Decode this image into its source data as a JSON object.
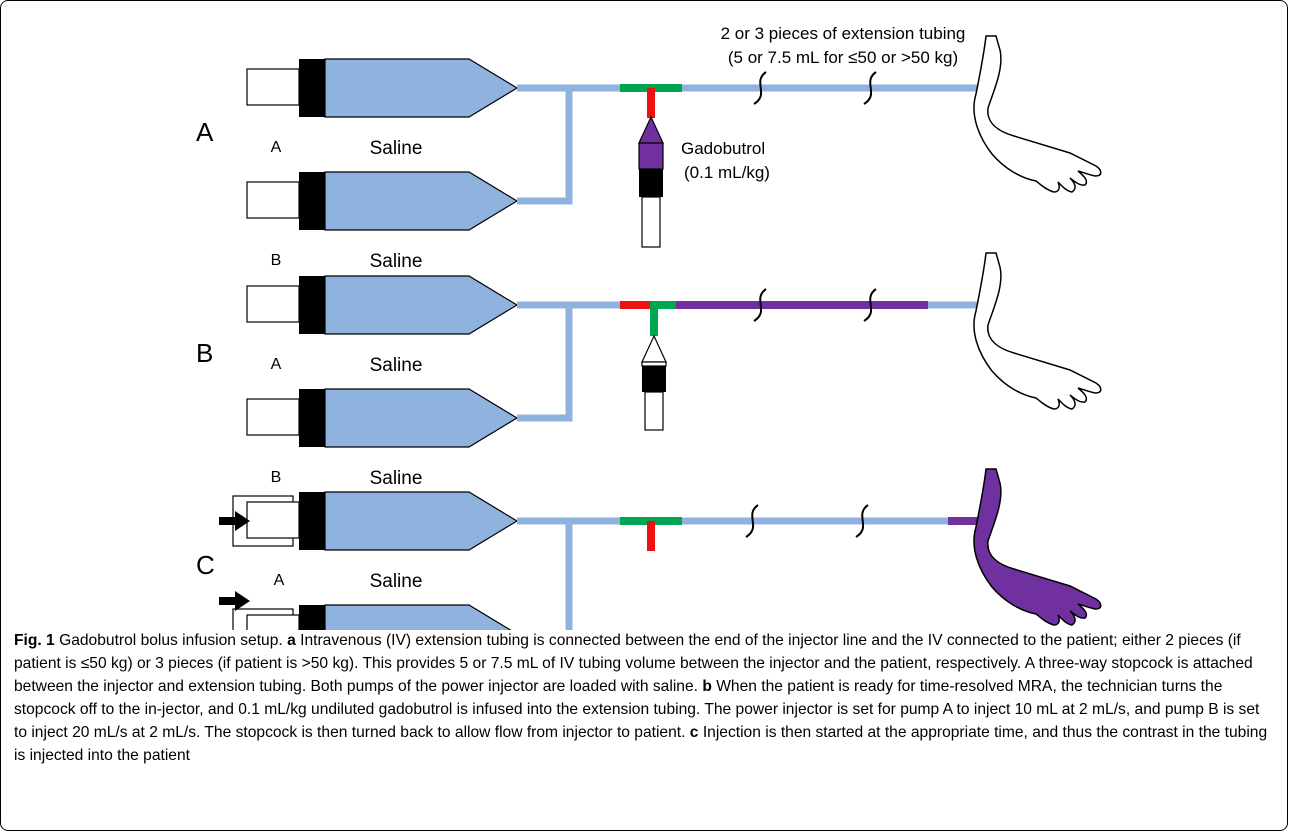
{
  "panel_labels": [
    "A",
    "B",
    "C"
  ],
  "syringe_labels": {
    "pump_a": "A",
    "pump_b": "B"
  },
  "syringe_contents": "Saline",
  "extension_note": {
    "line1": "2 or 3 pieces of extension tubing",
    "line2": "(5 or 7.5 mL for ≤50 or >50 kg)"
  },
  "contrast": {
    "name": "Gadobutrol",
    "dose": "(0.1 mL/kg)"
  },
  "colors": {
    "saline_fill": "#8fb2df",
    "tubing": "#8fb2df",
    "contrast_purple": "#7030a0",
    "stopcock_open": "#00a550",
    "stopcock_closed": "#ee1111",
    "plunger": "#000000"
  },
  "caption": {
    "fig_label": "Fig. 1",
    "title": "Gadobutrol bolus infusion setup.",
    "a_label": "a",
    "a_text": "Intravenous (IV) extension tubing is connected between the end of the injector line and the IV connected to the patient; either 2 pieces (if patient is ≤50 kg) or 3 pieces (if patient is >50 kg). This provides 5 or 7.5 mL of IV tubing volume between the injector and the patient, respectively. A three-way stopcock is attached between the injector and extension tubing. Both pumps of the power injector are loaded with saline.",
    "b_label": "b",
    "b_text": "When the patient is ready for time-resolved MRA, the technician turns the stopcock off to the in-jector, and 0.1 mL/kg undiluted gadobutrol is infused into the extension tubing. The power injector is set for pump A to inject 10 mL at 2 mL/s, and pump B is set to inject 20 mL/s at 2 mL/s. The stopcock is then turned back to allow flow from injector to patient.",
    "c_label": "c",
    "c_text": "Injection is then started at the appropriate time, and thus the contrast in the tubing is injected into the patient"
  }
}
